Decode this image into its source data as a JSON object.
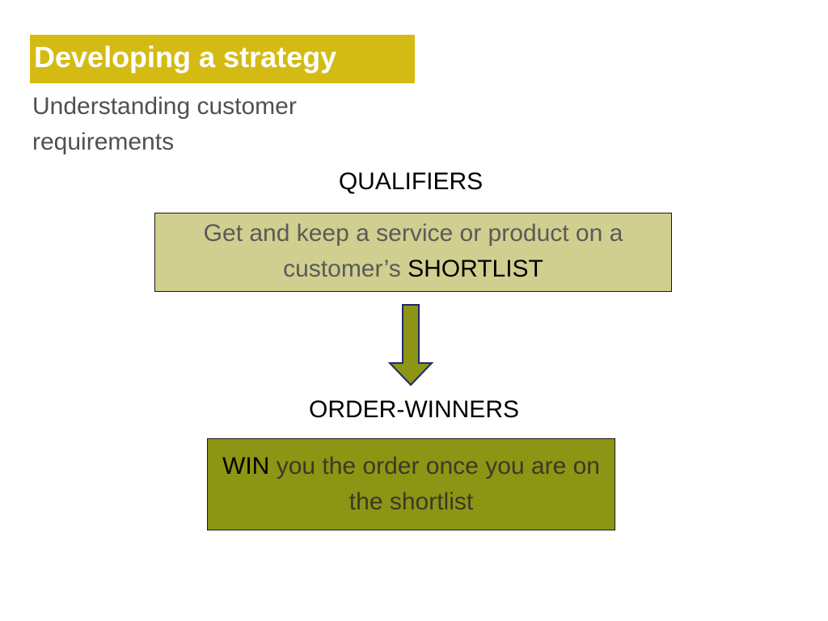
{
  "slide": {
    "title": "Developing a strategy",
    "subtitle": "Understanding customer requirements"
  },
  "qualifiers": {
    "heading": "QUALIFIERS",
    "box_text_pre": "Get and keep a service or product on a customer’s",
    "box_text_emphasis": "SHORTLIST"
  },
  "order_winners": {
    "heading": "ORDER-WINNERS",
    "box_text_emphasis": "WIN",
    "box_text_post": "you the order once you are on the shortlist"
  },
  "colors": {
    "title_bar": "#d4bb14",
    "qualifier_box": "#d0cf8f",
    "winner_box": "#8d9514",
    "arrow_fill": "#8d9514",
    "arrow_stroke": "#1f2a6b"
  },
  "icons": {
    "flow_arrow": "down-arrow-icon"
  }
}
